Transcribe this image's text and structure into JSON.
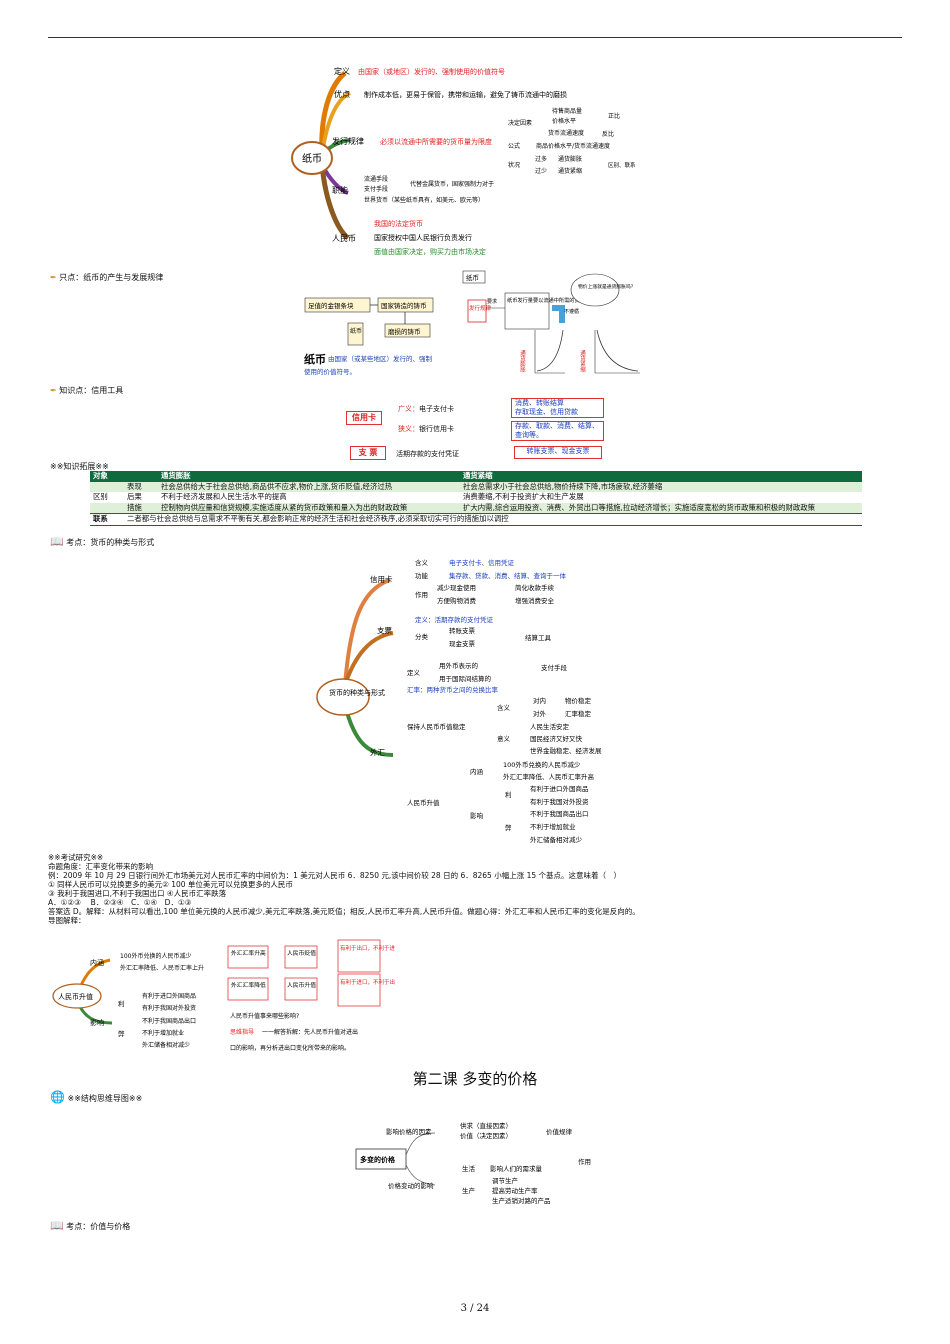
{
  "paper_money_map": {
    "center": "纸币",
    "definition_label": "定义",
    "definition_text": "由国家（或地区）发行的、强制使用的价值符号",
    "advantage_label": "优点",
    "advantage_text": "制作成本低，更易于保管，携带和运输，避免了铸币流通中的磨损",
    "law_label": "发行规律",
    "law_text": "必须以流通中所需要的货币量为限度",
    "law_factors_label": "决定因素",
    "law_factor_goods": "待售商品量",
    "law_factor_price": "价格水平",
    "law_factor_speed": "货币流通速度",
    "zhengbi": "正比",
    "fanbi": "反比",
    "formula_label": "公式",
    "formula_text": "商品价格水平/货币流通速度",
    "status_label": "状况",
    "over": "过多",
    "over_result": "通货膨胀",
    "under": "过少",
    "under_result": "通货紧缩",
    "diff": "区别、联系",
    "function_label": "职能",
    "func_circulation": "流通手段",
    "func_payment": "支付手段",
    "func_world": "世界货币（某些纸币具有，如美元、欧元等）",
    "func_note": "代替金属货币，国家强制力对于",
    "rmb_label": "人民币",
    "rmb_1": "我国的法定货币",
    "rmb_2": "国家授权中国人民银行负责发行",
    "rmb_3": "面值由国家决定，购买力由市场决定"
  },
  "kp1": "只点：纸币的产生与发展规律",
  "flow_map": {
    "box_fake": "足值的金银条块",
    "box_state": "国家铸造的铸币",
    "box_worn": "磨损的铸币",
    "box_paper": "纸币",
    "box_paper_top": "纸币",
    "box_law": "发行规律",
    "box_note": "纸币发行量要以流通中所需的货币量为限",
    "arrow_label": "要求",
    "not_limit": "不遵循",
    "inflation": "通货膨胀",
    "deflation": "通货紧缩",
    "bubble": "物价上涨就是通货膨胀吗？",
    "def_head": "纸币",
    "def_text_1": "由国家（或某些地区）发行的、强制",
    "def_text_2": "使用的价值符号。"
  },
  "kp2": "知识点：信用工具",
  "credit_tools": {
    "credit_card": "信用卡",
    "broad": "广义：",
    "broad_text": "电子支付卡",
    "narrow": "狭义：",
    "narrow_text": "银行信用卡",
    "box1_l1": "消费、转账结算",
    "box1_l2": "存取现金、信用贷款",
    "box2_l1": "存款、取款、消费、结算、查询等。",
    "cheque": "支 票",
    "cheque_text": "活期存款的支付凭证",
    "box3": "转账支票、现金支票"
  },
  "ext_title": "※※知识拓展※※",
  "ext_table": {
    "headers": [
      "对象",
      "",
      "通货膨胀",
      "通货紧缩"
    ],
    "rows": [
      [
        "",
        "表现",
        "社会总供给大于社会总供给,商品供不应求,物价上涨,货币贬值,经济过热",
        "社会总需求小于社会总供给,物价持续下降,市场疲软,经济萎缩"
      ],
      [
        "区别",
        "后果",
        "不利于经济发展和人民生活水平的提高",
        "消费萎缩,不利于投资扩大和生产发展"
      ],
      [
        "",
        "措施",
        "控制物向供应量和信贷规模,实施适度从紧的货币政策和量入为出的财政政策",
        "扩大内需,综合运用投资、消费、外贸出口等措施,拉动经济增长；实施适度宽松的货币政策和积极的财政政策"
      ],
      [
        "联系",
        "",
        "二者都与社会总供给与总需求不平衡有关,都会影响正常的经济生活和社会经济秩序,必须采取切实可行的措施加以调控",
        ""
      ]
    ]
  },
  "kp3": "考点：货币的种类与形式",
  "money_map": {
    "center": "货币的种类与形式",
    "credit_card": "信用卡",
    "cc_def_label": "含义",
    "cc_def": "电子支付卡、信用凭证",
    "cc_func_label": "功能",
    "cc_func": "集存款、贷款、消费、结算、查询于一体",
    "cc_use_label": "作用",
    "cc_use_1": "减少现金使用",
    "cc_use_1b": "简化收款手续",
    "cc_use_2": "方便购物消费",
    "cc_use_2b": "增强消费安全",
    "cheque": "支票",
    "ch_def": "定义：活期存款的支付凭证",
    "ch_type_label": "分类",
    "ch_type_1": "转账支票",
    "ch_type_2": "现金支票",
    "ch_tool": "结算工具",
    "forex": "外汇",
    "fx_def_label": "定义",
    "fx_def_1": "用外币表示的",
    "fx_def_2": "用于国际间结算的",
    "fx_pay": "支付手段",
    "fx_rate": "汇率：两种货币之间的兑换比率",
    "fx_stable": "保持人民币币值稳定",
    "fx_meaning": "含义",
    "fx_in": "对内",
    "fx_in_t": "物价稳定",
    "fx_out": "对外",
    "fx_out_t": "汇率稳定",
    "fx_sig": "意义",
    "fx_sig_1": "人民生活安定",
    "fx_sig_2": "国民经济又好又快",
    "fx_sig_3": "世界金融稳定、经济发展",
    "appr": "人民币升值",
    "appr_content": "内涵",
    "appr_c1": "100外币兑换的人民币减少",
    "appr_c2": "外汇汇率降低、人民币汇率升高",
    "appr_effect": "影响",
    "pro": "利",
    "pro_1": "有利于进口外国商品",
    "pro_2": "有利于我国对外投资",
    "con": "弊",
    "con_1": "不利于我国商品出口",
    "con_2": "不利于增加就业",
    "con_3": "外汇储备相对减少"
  },
  "research": {
    "title": "※※考试研究※※",
    "angle": "命题角度：汇率变化带来的影响",
    "example": "例：2009 年 10 月 29 日银行间外汇市场美元对人民币汇率的中间价为：1 美元对人民币 6．8250 元,该中间价较 28 日的 6．8265 小幅上涨 15 个基点。这意味着（　）",
    "opt12": "① 同样人民币可以兑换更多的美元② 100 单位美元可以兑换更多的人民币",
    "opt34": "③ 我利于我国进口,不利于我国出口 ④人民币汇率跌落",
    "choices": "A．①②③　 B．②③④　C．①④　D．①③",
    "answer": "答案选 D。解释：从材料可以看出,100 单位美元换的人民币减少,美元汇率跌落,美元贬值；相反,人民币汇率升高,人民币升值。做题心得：外汇汇率和人民币汇率的变化是反向的。",
    "guide": "导图解释："
  },
  "small_map": {
    "center": "人民币升值",
    "content": "内涵",
    "c1": "100外币兑换的人民币减少",
    "c2": "外汇汇率降低、人民币汇率上升",
    "effect": "影响",
    "pro": "利",
    "p1": "有利于进口外国商品",
    "p2": "有利于我国对外投资",
    "con": "弊",
    "n1": "不利于我国商品出口",
    "n2": "不利于增加就业",
    "n3": "外汇储备相对减少",
    "b1": "外汇汇率升高",
    "b2": "人民币贬值",
    "b3": "有利于出口，不利于进口。",
    "b4": "外汇汇率降低",
    "b5": "人民币升值",
    "b6": "有利于进口，不利于出口。",
    "q": "人民币升值事来哪些影响?",
    "tip_label": "思维指导",
    "tip_1": "一一解答拆解：先人民币升值对进出",
    "tip_2": "口的影响，再分析进出口变化所带来的影响。"
  },
  "lesson2_title": "第二课 多变的价格",
  "structure_title": "※※结构思维导图※※",
  "price_map": {
    "center": "多变的价格",
    "factors": "影响价格的因素",
    "supply": "供求（直接因素）",
    "value": "价值（决定因素）",
    "law": "价值规律",
    "role": "作用",
    "influence": "价格变动的影响",
    "life": "生活",
    "life_1": "影响人们的需求量",
    "prod": "生产",
    "prod_1": "调节生产",
    "prod_2": "提高劳动生产率",
    "prod_3": "生产适销对路的产品"
  },
  "kp4": "考点：价值与价格",
  "page_number": "3 / 24"
}
